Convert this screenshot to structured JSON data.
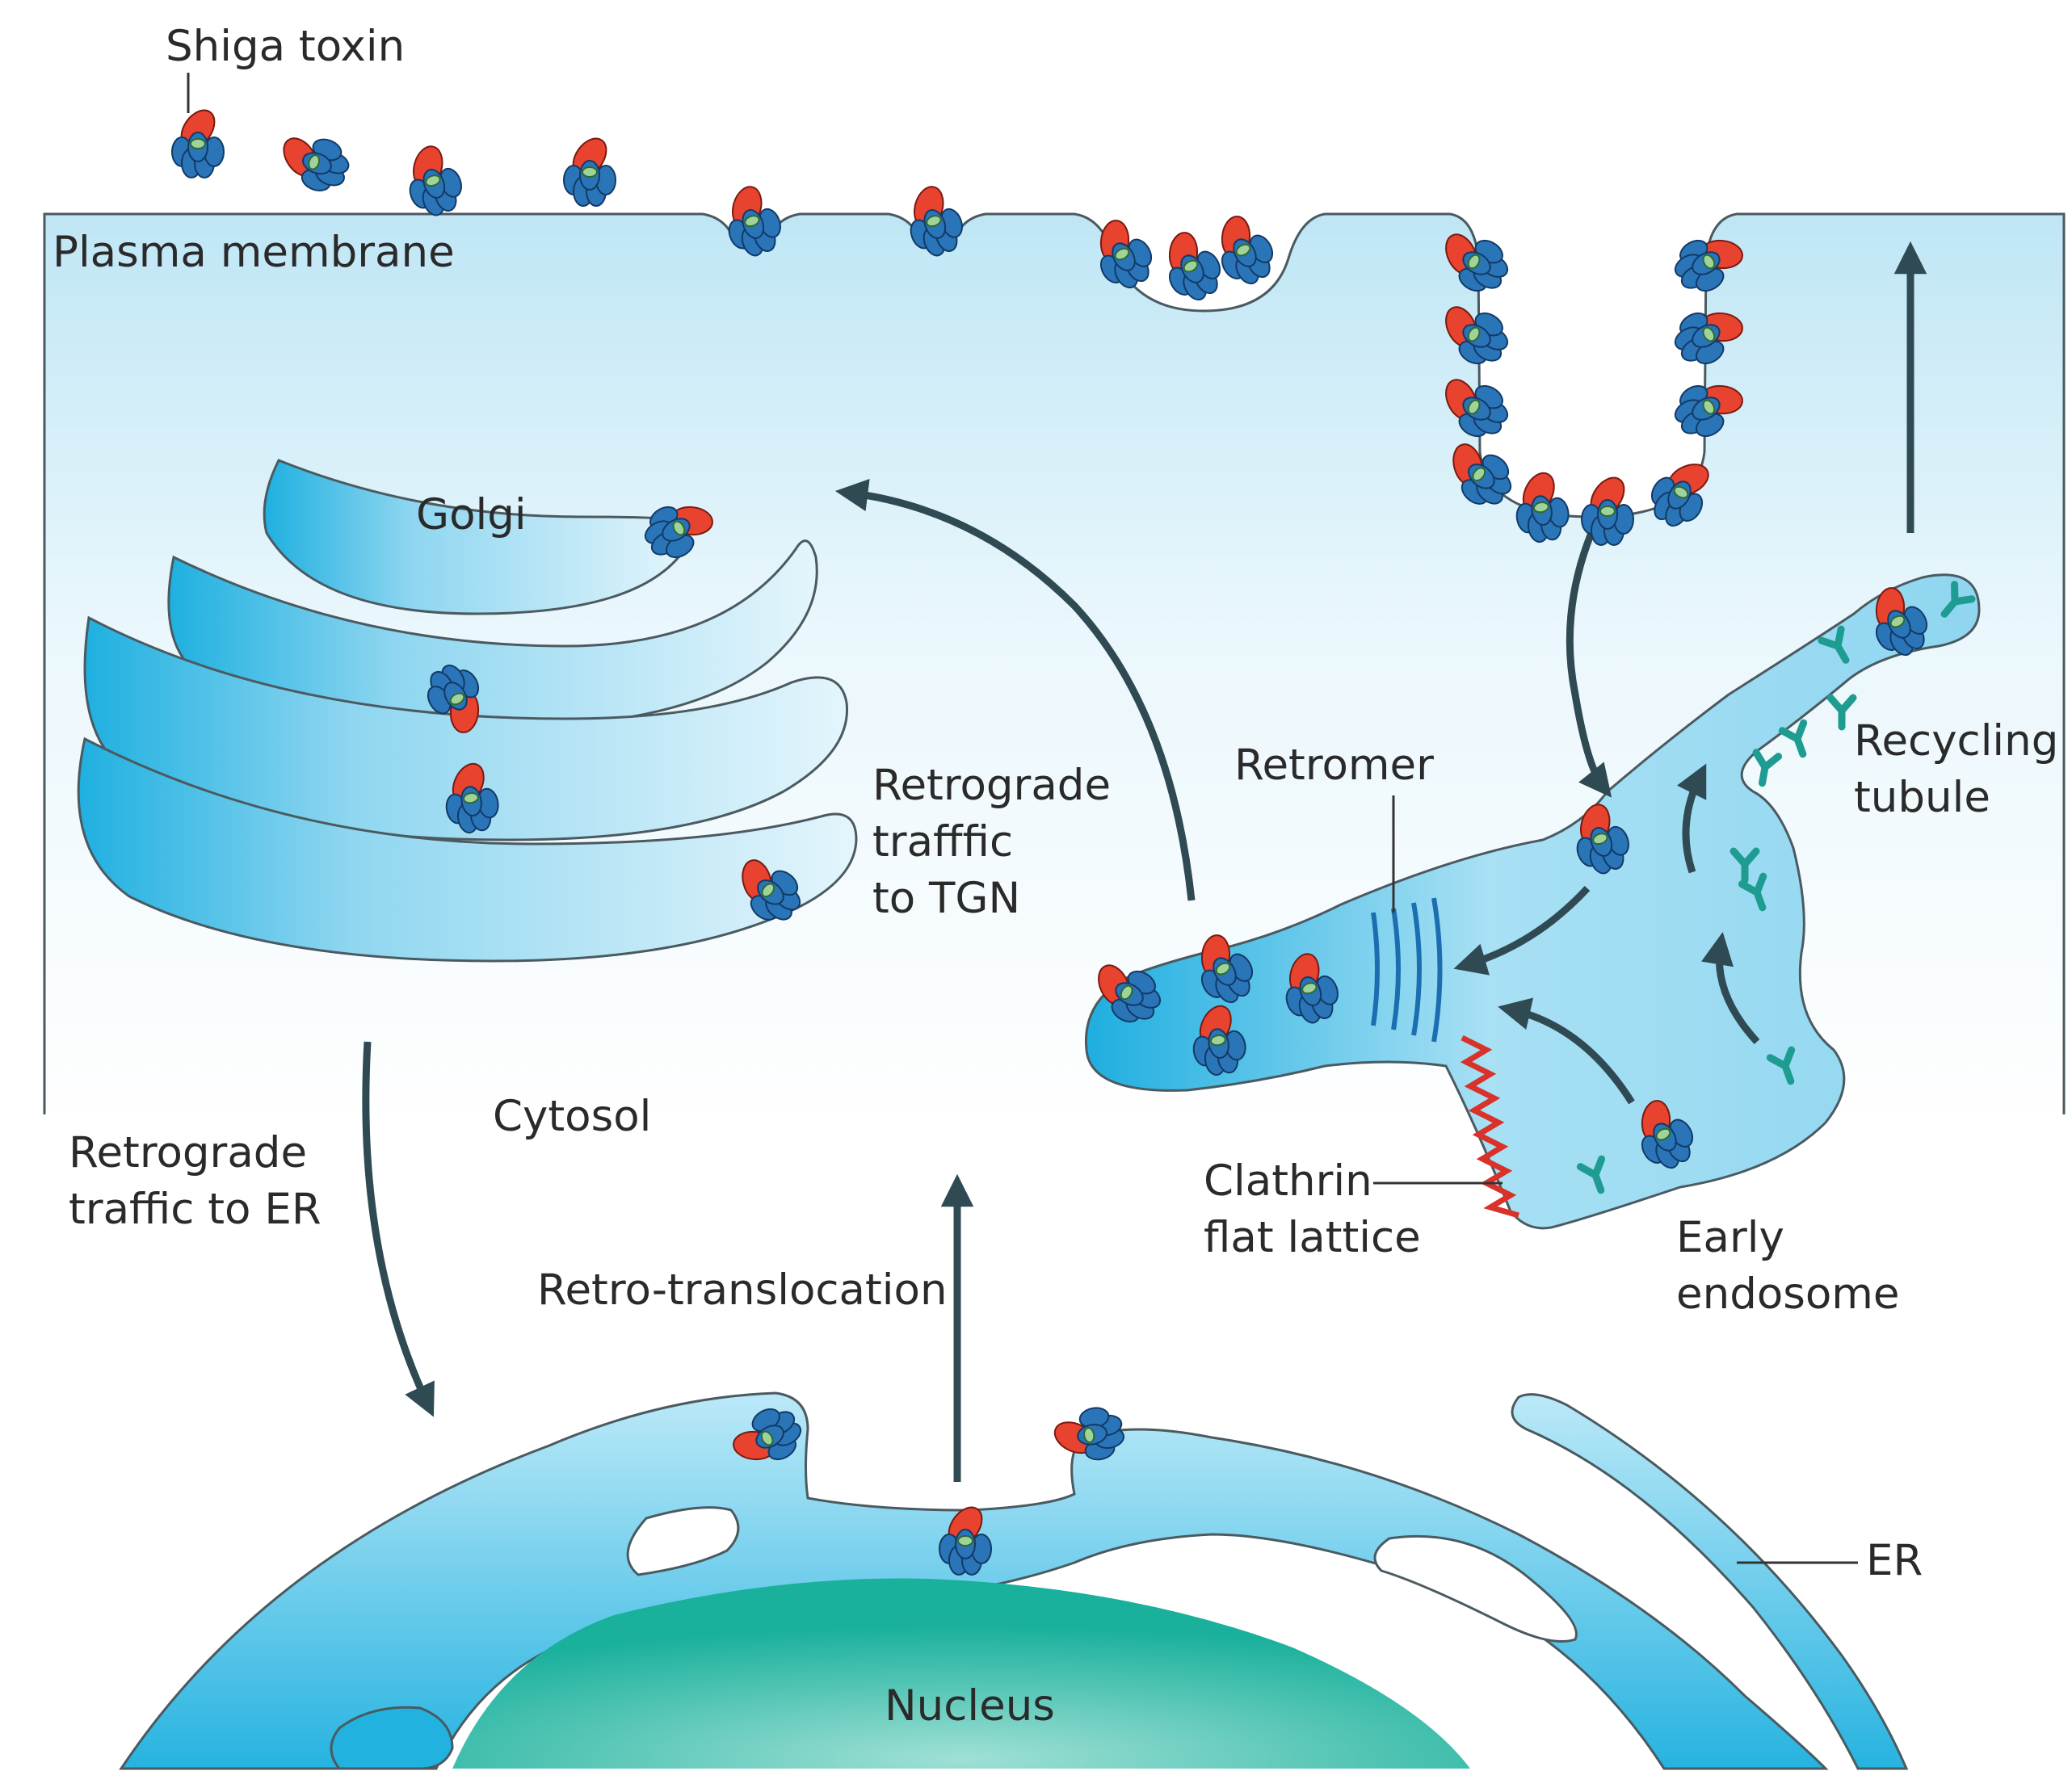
{
  "labels": {
    "shiga_toxin": "Shiga toxin",
    "plasma_membrane": "Plasma membrane",
    "golgi": "Golgi",
    "retrograde_tgn": [
      "Retrograde",
      "trafffic",
      "to TGN"
    ],
    "retromer": "Retromer",
    "recycling_tubule": [
      "Recycling",
      "tubule"
    ],
    "cytosol": "Cytosol",
    "retrograde_er": [
      "Retrograde",
      "traffic to ER"
    ],
    "clathrin": [
      "Clathrin",
      "flat lattice"
    ],
    "early_endosome": [
      "Early",
      "endosome"
    ],
    "retro_translocation": "Retro-translocation",
    "er": "ER",
    "nucleus": "Nucleus"
  },
  "colors": {
    "cytosol_top": "#bfe6f5",
    "organelle": "#3ebde6",
    "organelle_light": "#d2eef9",
    "nucleus": "#1fb8a4",
    "toxin_b": "#2a74b8",
    "toxin_a": "#e8432e",
    "receptor": "#1f9c91",
    "clathrin": "#d8322a",
    "arrow": "#2f4a52"
  }
}
